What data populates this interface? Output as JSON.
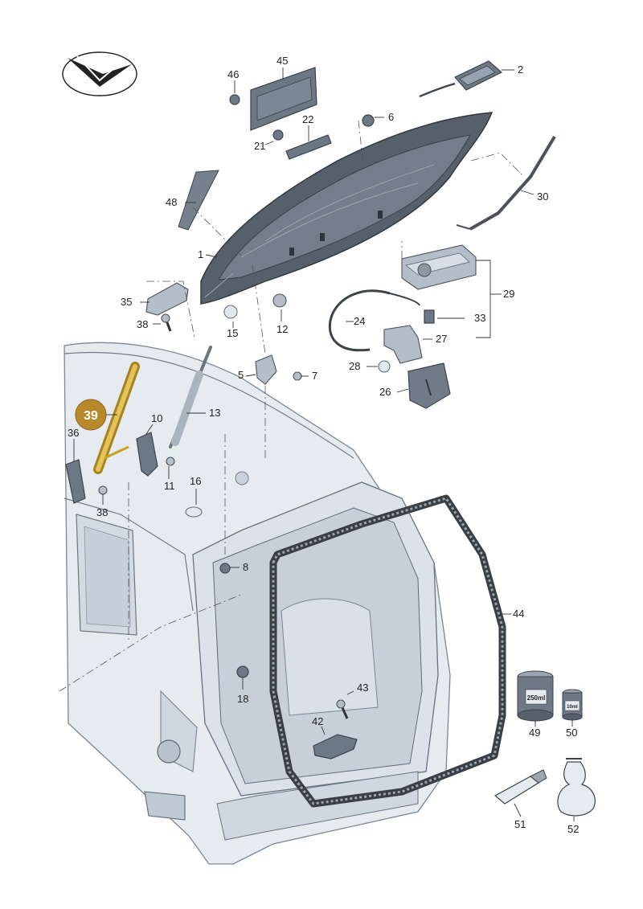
{
  "callouts": {
    "c1": "1",
    "c2": "2",
    "c5": "5",
    "c6": "6",
    "c7": "7",
    "c8": "8",
    "c10": "10",
    "c11": "11",
    "c12": "12",
    "c13": "13",
    "c15": "15",
    "c16": "16",
    "c18": "18",
    "c21": "21",
    "c22": "22",
    "c24": "24",
    "c26": "26",
    "c27": "27",
    "c28": "28",
    "c29": "29",
    "c30": "30",
    "c33": "33",
    "c35": "35",
    "c36": "36",
    "c38a": "38",
    "c38b": "38",
    "c39": "39",
    "c42": "42",
    "c43": "43",
    "c44": "44",
    "c45": "45",
    "c46": "46",
    "c48": "48",
    "c49": "49",
    "c50": "50",
    "c51": "51",
    "c52": "52"
  },
  "labels": {
    "can_250": "250ml",
    "can_10": "10ml"
  },
  "colors": {
    "highlight": "#c9a227",
    "highlight_badge": "#b8892a",
    "body_fill": "#e6ebf0",
    "tailgate_dark": "#55606b"
  }
}
